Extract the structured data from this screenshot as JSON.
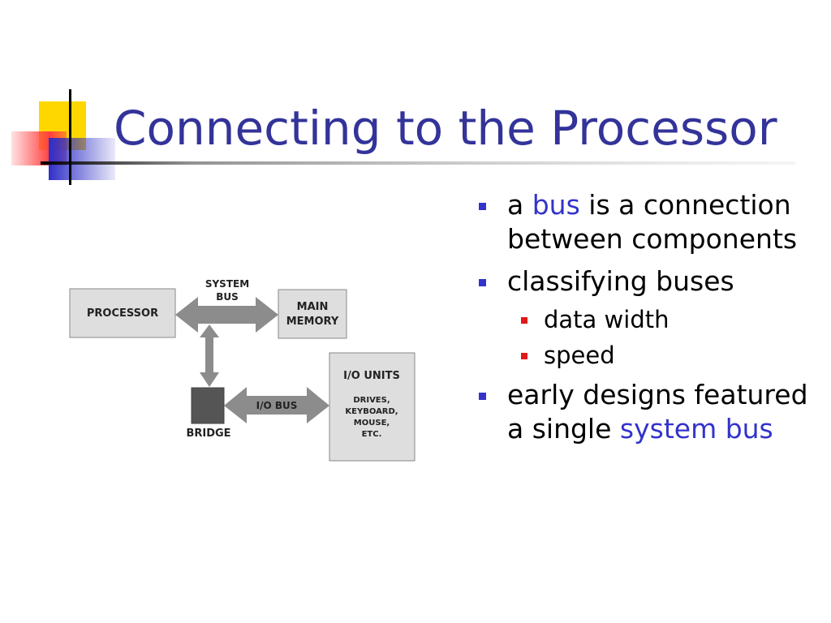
{
  "title": "Connecting to the Processor",
  "colors": {
    "title": "#33339a",
    "highlight": "#3333cc",
    "bullet_level1": "#3333cc",
    "bullet_level2": "#e01919",
    "deco_yellow": "#ffd700",
    "deco_red": "#ff4040",
    "deco_blue": "#2f2fc8"
  },
  "bullets": [
    {
      "parts": [
        "a ",
        "bus",
        " is a connection between components"
      ]
    },
    {
      "text": "classifying buses",
      "sub": [
        "data width",
        "speed"
      ]
    },
    {
      "parts": [
        "early designs featured a single ",
        "system bus"
      ]
    }
  ],
  "diagram": {
    "processor": "PROCESSOR",
    "system_bus": [
      "SYSTEM",
      "BUS"
    ],
    "main_memory": [
      "MAIN",
      "MEMORY"
    ],
    "bridge": "BRIDGE",
    "io_bus": "I/O BUS",
    "io_units": "I/O UNITS",
    "io_examples": [
      "DRIVES,",
      "KEYBOARD,",
      "MOUSE,",
      "ETC."
    ]
  }
}
